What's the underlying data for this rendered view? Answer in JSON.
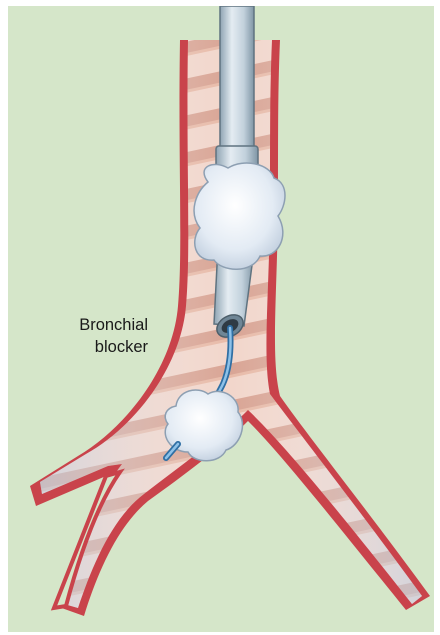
{
  "figure": {
    "label_lines": [
      "Bronchial",
      "blocker"
    ],
    "colors": {
      "background": "#d5e6c9",
      "airway_wall": "#c9434b",
      "mucosa_light": "#f2d6cb",
      "mucosa_stripe": "#d9a595",
      "tube": "#c9d6df",
      "balloon": "#eaf0f7",
      "blocker_line": "#4a8fc4"
    },
    "icons": [
      "airway-trachea-illustration",
      "endotracheal-tube-icon",
      "cuff-balloon-icon",
      "blocker-balloon-icon"
    ]
  }
}
